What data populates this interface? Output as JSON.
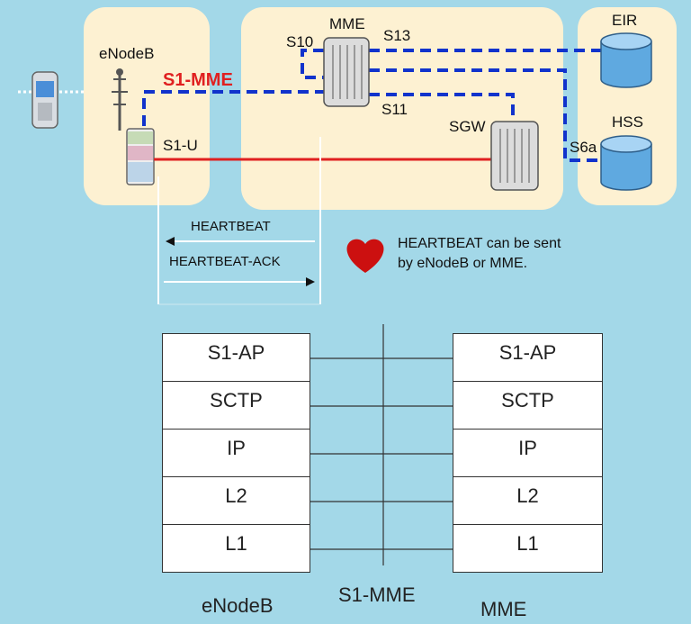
{
  "top": {
    "enodeb_label": "eNodeB",
    "mme_label": "MME",
    "sgw_label": "SGW",
    "eir_label": "EIR",
    "hss_label": "HSS",
    "s1mme_label": "S1-MME",
    "s1u_label": "S1-U",
    "s10_label": "S10",
    "s13_label": "S13",
    "s11_label": "S11",
    "s6a_label": "S6a"
  },
  "messages": {
    "heartbeat": "HEARTBEAT",
    "heartbeat_ack": "HEARTBEAT-ACK",
    "note_line1": "HEARTBEAT can be sent",
    "note_line2": "by eNodeB or MME."
  },
  "stack": {
    "layers": [
      "S1-AP",
      "SCTP",
      "IP",
      "L2",
      "L1"
    ],
    "left_label": "eNodeB",
    "middle_label": "S1-MME",
    "right_label": "MME"
  },
  "colors": {
    "control_plane": "#1133cc",
    "user_plane": "#e02020",
    "heart": "#cc1010",
    "zone_fill": "#fdf1d2",
    "background": "#a3d8e8"
  }
}
